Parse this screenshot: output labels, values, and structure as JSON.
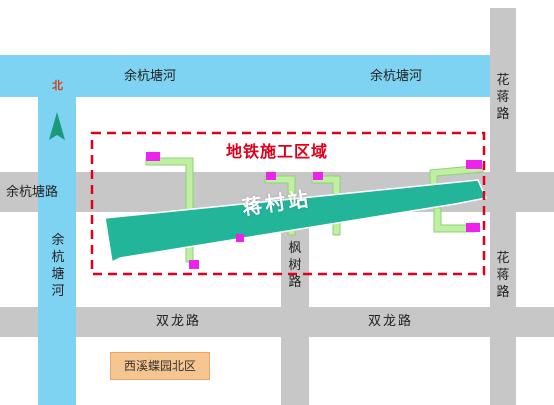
{
  "map": {
    "rivers": {
      "north_river": "余杭塘河",
      "north_river_2": "余杭塘河",
      "west_river": "余杭塘河"
    },
    "roads": {
      "west_road": "余杭塘路",
      "south_road": "双龙路",
      "south_road_2": "双龙路",
      "center_road": "枫树路",
      "east_road_north": "花蒋路",
      "east_road_south": "花蒋路"
    },
    "compass_label": "北",
    "zone_label": "地铁施工区域",
    "station_label": "蒋村站",
    "poi_label": "西溪蝶园北区",
    "colors": {
      "water": "#7fd3f2",
      "road": "#c7c7c7",
      "station": "#22b59a",
      "zone_border": "#e0001b",
      "entrance": "#bff0a0",
      "vent": "#ee22ee",
      "poi": "#f7c58f"
    }
  }
}
